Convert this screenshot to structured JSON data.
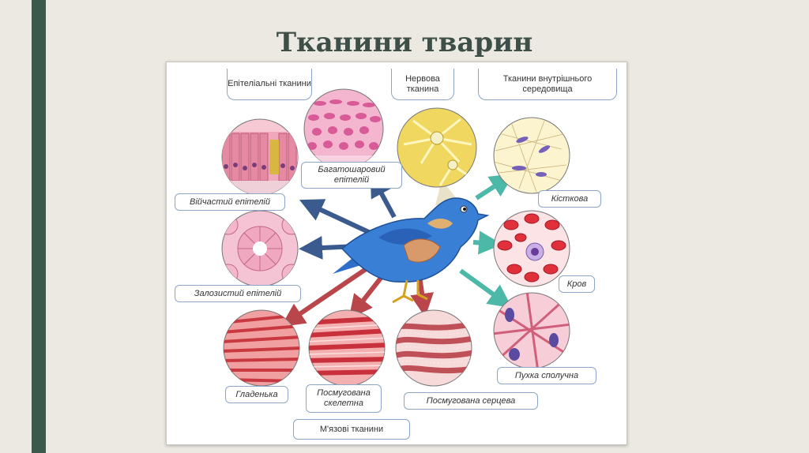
{
  "title": "Тканини тварин",
  "labels": {
    "epithelial": "Епітеліальні тканини",
    "nervous": "Нервова тканина",
    "internal_env": "Тканини внутрішнього середовища",
    "stratified": "Багатошаровий епітелій",
    "ciliated": "Війчастий епітелій",
    "glandular": "Залозистий епітелій",
    "bone": "Кісткова",
    "blood": "Кров",
    "loose_connective": "Пухка сполучна",
    "smooth": "Гладенька",
    "striated_skeletal": "Посмугована скелетна",
    "striated_cardiac": "Посмугована серцева",
    "muscle": "М'язові тканини"
  },
  "colors": {
    "sidebar": "#3b5a4d",
    "title": "#3d4f47",
    "bird": "#2f6fc9",
    "arrow_blue": "#3b5b8e",
    "arrow_teal": "#4cb8a8",
    "arrow_red": "#b8464a"
  }
}
